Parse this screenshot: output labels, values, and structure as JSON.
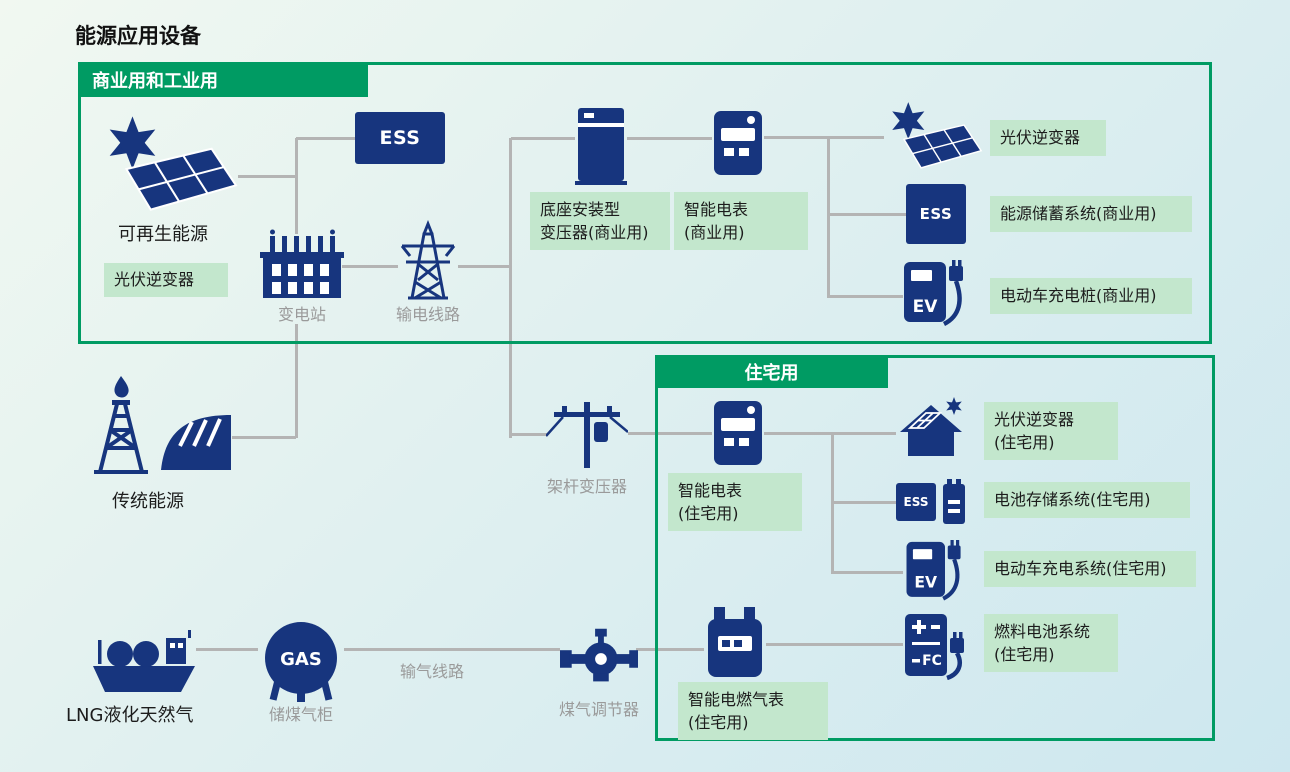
{
  "page": {
    "title": "能源应用设备"
  },
  "colors": {
    "green": "#009b63",
    "labelbg": "#c3e7cd",
    "navy": "#17357e",
    "line": "#b4b4b4",
    "graytext": "#9a9a9a"
  },
  "commercial": {
    "header": "商业用和工业用",
    "renewable_caption": "可再生能源",
    "pv_inverter_left": "光伏逆变器",
    "ess_grid_text": "ESS",
    "substation_caption": "变电站",
    "transmission_caption": "输电线路",
    "pad_transformer": {
      "line1": "底座安装型",
      "line2": "变压器(商业用)"
    },
    "smart_meter": {
      "line1": "智能电表",
      "line2": "(商业用)"
    },
    "pv_inverter_right": "光伏逆变器",
    "ess_icon_text": "ESS",
    "ess_system": "能源储蓄系统(商业用)",
    "ev_icon_text": "EV",
    "ev_system": "电动车充电桩(商业用)"
  },
  "traditional": {
    "caption": "传统能源"
  },
  "residential": {
    "header": "住宅用",
    "pole_transformer_caption": "架杆变压器",
    "smart_meter": {
      "line1": "智能电表",
      "line2": "(住宅用)"
    },
    "pv_inverter": {
      "line1": "光伏逆变器",
      "line2": "(住宅用)"
    },
    "ess_icon_text": "ESS",
    "battery_system": "电池存储系统(住宅用)",
    "ev_icon_text": "EV",
    "ev_system": "电动车充电系统(住宅用)",
    "fc_icon_text": "FC",
    "fuel_cell": {
      "line1": "燃料电池系统",
      "line2": "(住宅用)"
    },
    "gas_meter": {
      "line1": "智能电燃气表",
      "line2": "(住宅用)"
    }
  },
  "gas": {
    "lng_caption": "LNG液化天然气",
    "tank_icon_text": "GAS",
    "tank_caption": "储煤气柜",
    "pipeline_caption": "输气线路",
    "regulator_caption": "煤气调节器"
  }
}
